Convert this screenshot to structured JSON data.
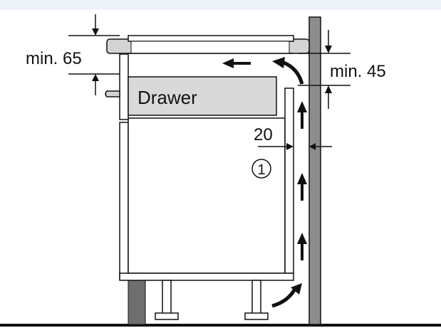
{
  "labels": {
    "drawer": "Drawer",
    "min_65": "min. 65",
    "min_45": "min. 45",
    "gap_20": "20",
    "callout_1": "1"
  },
  "colors": {
    "background": "#ffffff",
    "frame": "#eef3fa",
    "hob": "#d4d4d4",
    "drawer": "#d9d9d9",
    "wall": "#8c8c8c",
    "leg": "#6e6e6e",
    "line": "#111111"
  }
}
